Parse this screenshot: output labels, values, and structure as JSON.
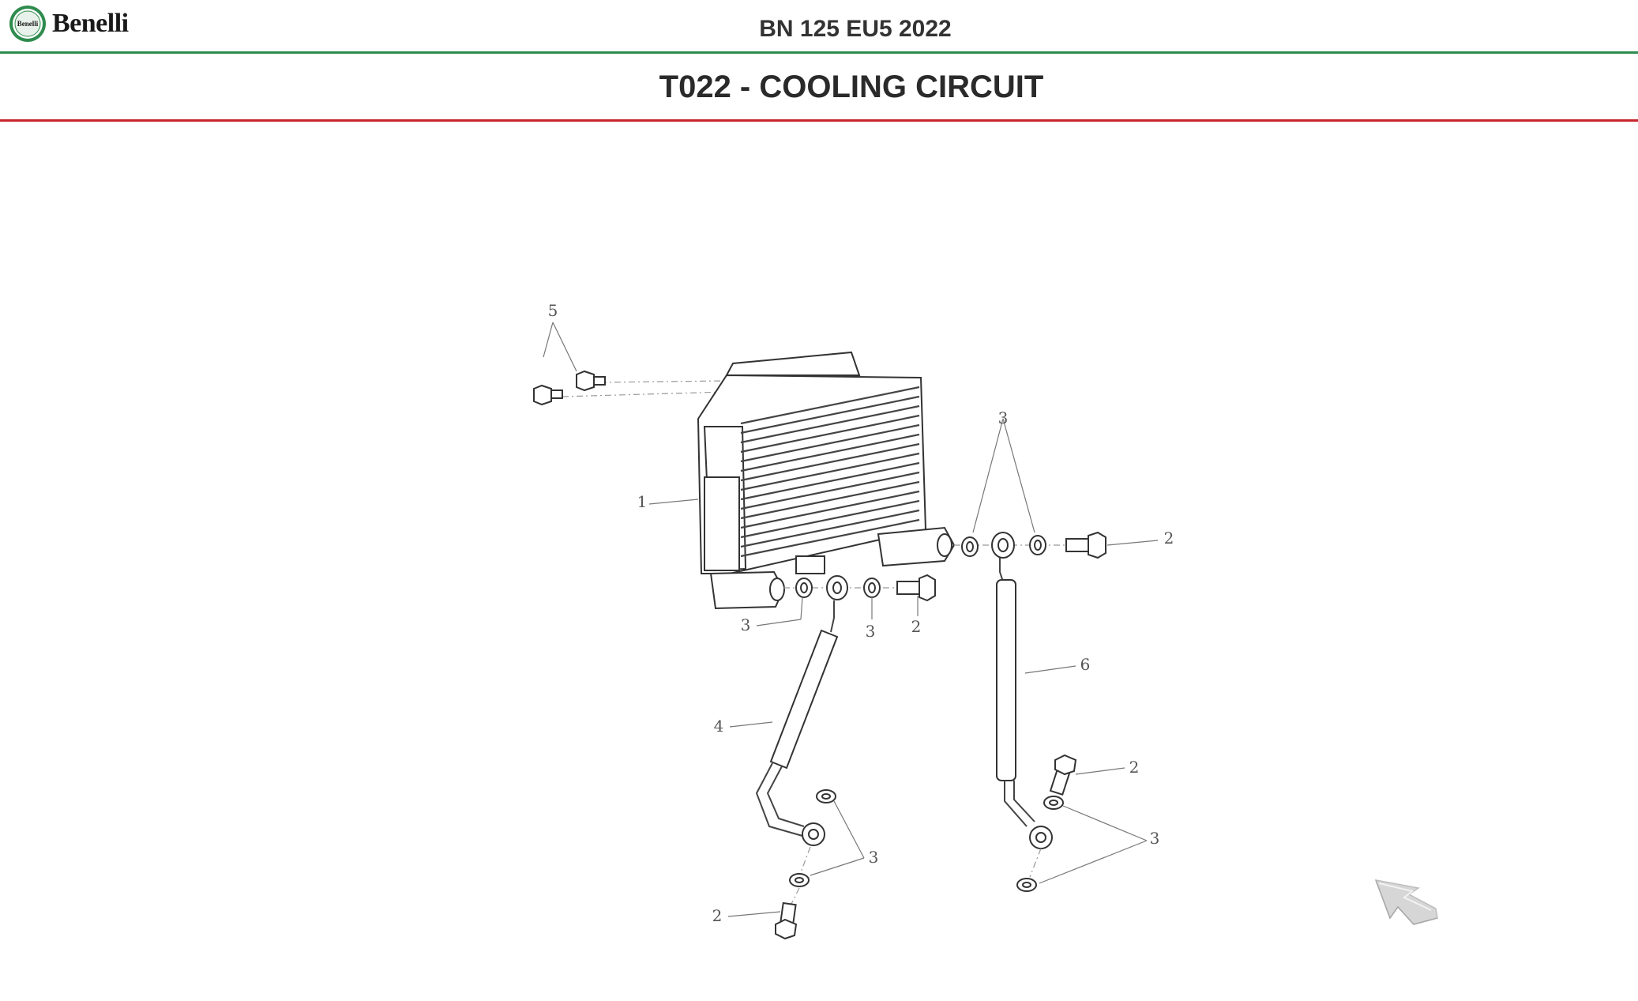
{
  "header": {
    "brand": "Benelli",
    "badge_text": "Benelli",
    "model": "BN 125 EU5 2022"
  },
  "title": "T022 - COOLING CIRCUIT",
  "callouts": {
    "c5": "5",
    "c1": "1",
    "c3_top": "3",
    "c2_right": "2",
    "c3_left": "3",
    "c3_mid": "3",
    "c2_mid": "2",
    "c6": "6",
    "c4": "4",
    "c2_lower_right": "2",
    "c3_lower_right": "3",
    "c3_lower_left": "3",
    "c2_bottom": "2"
  },
  "icons": {
    "logo": "benelli-lion-badge",
    "nav": "next-arrow-icon"
  },
  "colors": {
    "header_rule": "#2e8b4e",
    "title_rule": "#c8262c",
    "badge_green": "#2e8b4e"
  }
}
